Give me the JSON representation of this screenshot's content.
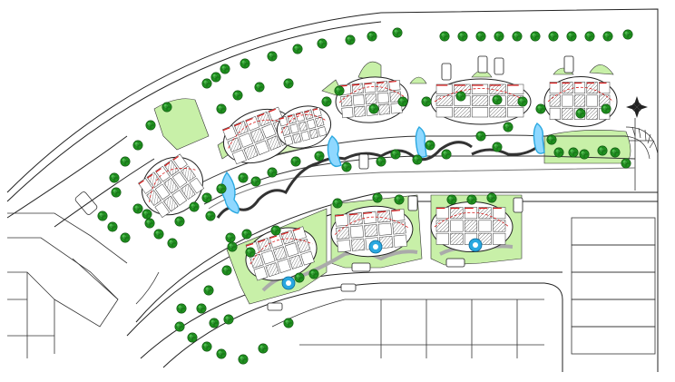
{
  "drawing": {
    "kind": "site-plan",
    "colors": {
      "background": "#ffffff",
      "linework": "#222222",
      "lawn": "#c8f0a8",
      "lawn_dark": "#a8dc88",
      "tree": "#1f8f1f",
      "tree_light": "#4fc04f",
      "water": "#2aa8e0",
      "water_light": "#8fd8ff",
      "building_accent": "#d81818",
      "paving": "#cfcfcf",
      "path": "#333333"
    },
    "elements": {
      "north_arrow": "compass-rose-icon",
      "trees": "tree-icon",
      "pools": "water-feature",
      "roads": "curved-road",
      "blocks": "residential-block"
    }
  }
}
